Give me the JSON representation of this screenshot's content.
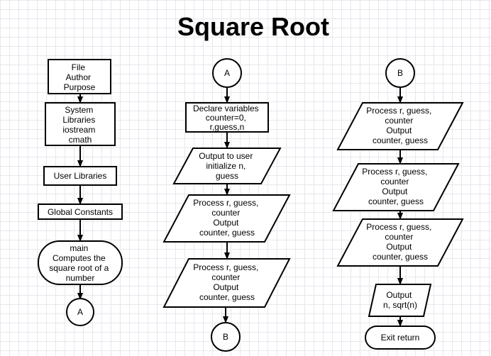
{
  "title": "Square Root",
  "nodes": {
    "header": [
      "File",
      "Author",
      "Purpose"
    ],
    "system_libraries": [
      "System",
      "Libraries",
      "iostream",
      "cmath"
    ],
    "user_libraries": [
      "User Libraries"
    ],
    "global_constants": [
      "Global Constants"
    ],
    "main": [
      "main",
      "Computes the",
      "square root of a",
      "number"
    ],
    "connector_a_out": [
      "A"
    ],
    "connector_a_in": [
      "A"
    ],
    "declare_variables": [
      "Declare variables",
      "counter=0,",
      "r,guess,n"
    ],
    "output_to_user": [
      "Output to user",
      "initialize n,",
      "guess"
    ],
    "process_1": [
      "Process r, guess,",
      "counter",
      "Output",
      "counter, guess"
    ],
    "process_2": [
      "Process r, guess,",
      "counter",
      "Output",
      "counter, guess"
    ],
    "connector_b_out": [
      "B"
    ],
    "connector_b_in": [
      "B"
    ],
    "process_3": [
      "Process r, guess,",
      "counter",
      "Output",
      "counter, guess"
    ],
    "process_4": [
      "Process r, guess,",
      "counter",
      "Output",
      "counter, guess"
    ],
    "process_5": [
      "Process r, guess,",
      "counter",
      "Output",
      "counter, guess"
    ],
    "output_sqrt": [
      "Output",
      "n, sqrt(n)"
    ],
    "exit_return": [
      "Exit return"
    ]
  }
}
